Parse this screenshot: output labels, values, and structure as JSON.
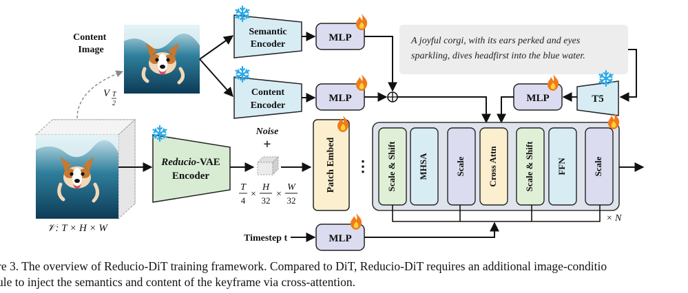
{
  "content_image_label_line1": "Content",
  "content_image_label_line2": "Image",
  "v_sub_label": "V",
  "v_sub_frac_num": "T",
  "v_sub_frac_den": "2",
  "video_label": "𝒱: T × H × W",
  "semantic_encoder_line1": "Semantic",
  "semantic_encoder_line2": "Encoder",
  "content_encoder_line1": "Content",
  "content_encoder_line2": "Encoder",
  "mlp_label": "MLP",
  "prompt_line1": "A joyful corgi, with its ears perked and eyes",
  "prompt_line2": "sparkling, dives headfirst into the blue water.",
  "t5_label": "T5",
  "vae_line1_italic": "Reducio",
  "vae_line1_rest": "-VAE",
  "vae_line2": "Encoder",
  "noise_label": "Noise",
  "plus_symbol": "+",
  "latent_dims": "T/4 × H/32 × W/32",
  "patch_embed_label": "Patch Embed",
  "ellipsis": "⋮",
  "dit_blocks": [
    "Scale & Shift",
    "MHSA",
    "Scale",
    "Cross Attn",
    "Scale & Shift",
    "FFN",
    "Scale"
  ],
  "times_n": "× N",
  "timestep_label": "Timestep t",
  "caption_line1": "re 3.  The overview of Reducio-DiT training framework.  Compared to DiT, Reducio-DiT requires an additional image-conditio",
  "caption_line2": "ule to inject the semantics and content of the keyframe via cross-attention.",
  "colors": {
    "encoder_fill": "#d8ecf4",
    "vae_fill": "#d8ecd4",
    "mlp_fill": "#dcdcf0",
    "patch_fill": "#fbefcf",
    "block_outer": "#dfe4ec",
    "scale_shift_fill": "#dff0d6",
    "mhsa_fill": "#d8ecf4",
    "scale_fill": "#dcdcf0",
    "cross_attn_fill": "#fbefcf",
    "ffn_fill": "#d8ecf4",
    "prompt_fill": "#ededed",
    "snowflake": "#29a9e8",
    "fire": "#f07a1a"
  }
}
